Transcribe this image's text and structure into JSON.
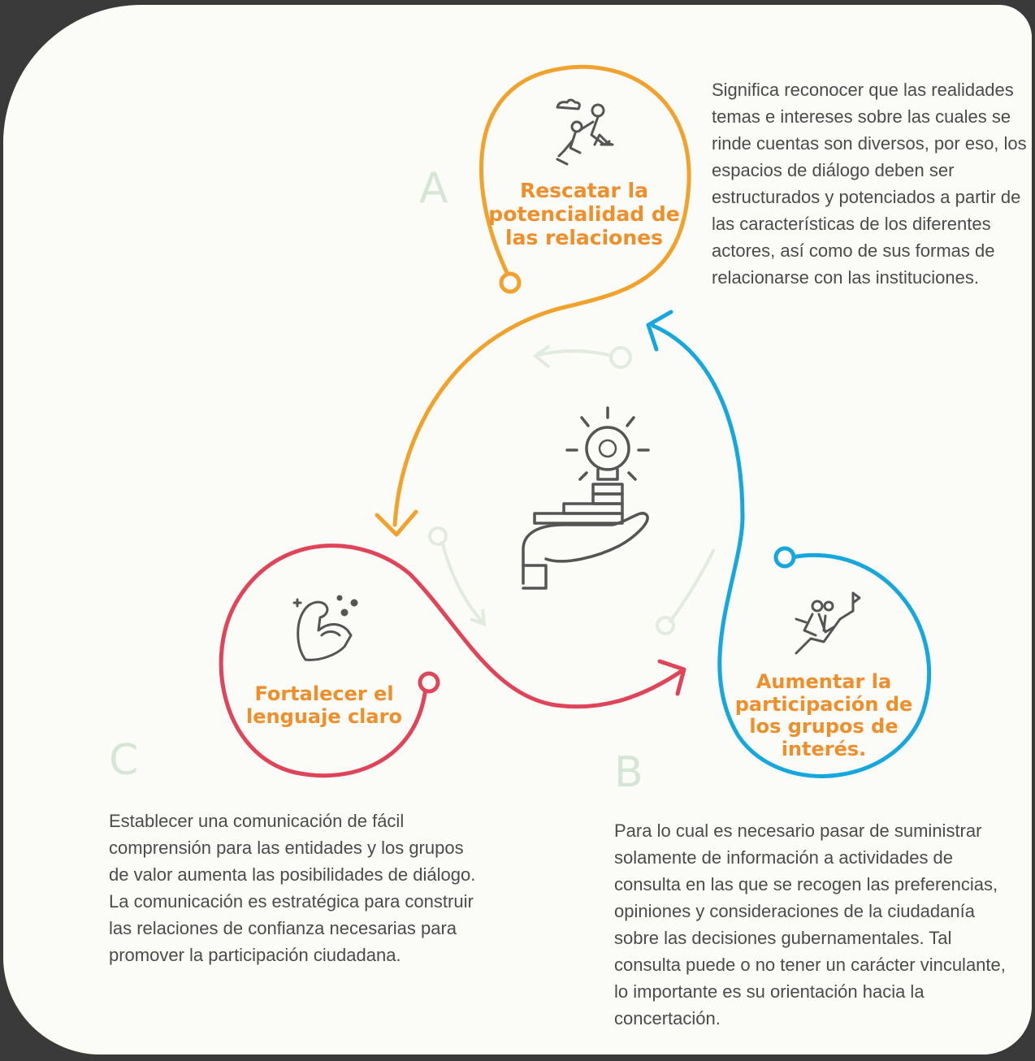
{
  "colors": {
    "orange": "#f0a22c",
    "blue": "#16a8dc",
    "red": "#e04458",
    "label_orange": "#ee8f2c",
    "icon_dark": "#555555",
    "faded_letter": "#d5e6d6"
  },
  "nodes": {
    "a": {
      "letter": "A",
      "label": "Rescatar la potencialidad de las relaciones",
      "icon": "climbing-people-icon",
      "description": "Significa reconocer que las realidades temas e intereses sobre las cuales se rinde cuentas son diversos, por eso, los espacios de diálogo deben ser estructurados y potenciados a partir de las características de los diferentes actores, así como de sus formas de relacionarse con las instituciones."
    },
    "b": {
      "letter": "B",
      "label": "Aumentar la participación de los grupos de interés.",
      "icon": "climbing-to-flag-icon",
      "description": "Para lo cual es necesario pasar de suministrar solamente de información a actividades de consulta en las que se recogen las preferencias, opiniones y consideraciones de la ciudadanía sobre las decisiones gubernamentales. Tal consulta puede o no tener un carácter vinculante, lo importante es su orientación hacia la concertación."
    },
    "c": {
      "letter": "C",
      "label": "Fortalecer el lenguaje claro",
      "icon": "flexed-arm-icon",
      "description": "Establecer una comunicación de fácil comprensión para las entidades y los grupos de valor aumenta las posibilidades de diálogo. La comunicación es estratégica para construir las relaciones de confianza necesarias para promover la participación ciudadana."
    }
  },
  "center": {
    "icon": "hand-lightbulb-stairs-icon"
  }
}
